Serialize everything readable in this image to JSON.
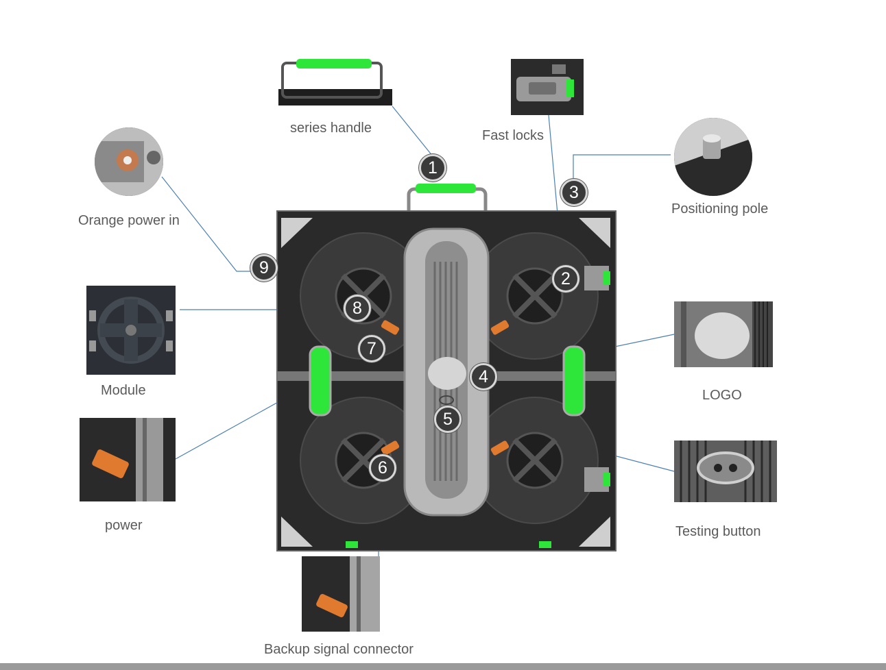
{
  "callouts": [
    {
      "number": "1",
      "label": "series handle"
    },
    {
      "number": "2",
      "label": "Fast locks"
    },
    {
      "number": "3",
      "label": "Positioning pole"
    },
    {
      "number": "4",
      "label": "LOGO"
    },
    {
      "number": "5",
      "label": "Testing button"
    },
    {
      "number": "6",
      "label": "Backup signal connector"
    },
    {
      "number": "7",
      "label": "power"
    },
    {
      "number": "8",
      "label": "Module"
    },
    {
      "number": "9",
      "label": "Orange power in"
    }
  ],
  "colors": {
    "accent_green": "#2ee53a",
    "leader_line": "#4a7fb5",
    "badge": "#3a3a3a",
    "cabinet": "#2a2a2a",
    "connector_orange": "#e07a2e"
  }
}
